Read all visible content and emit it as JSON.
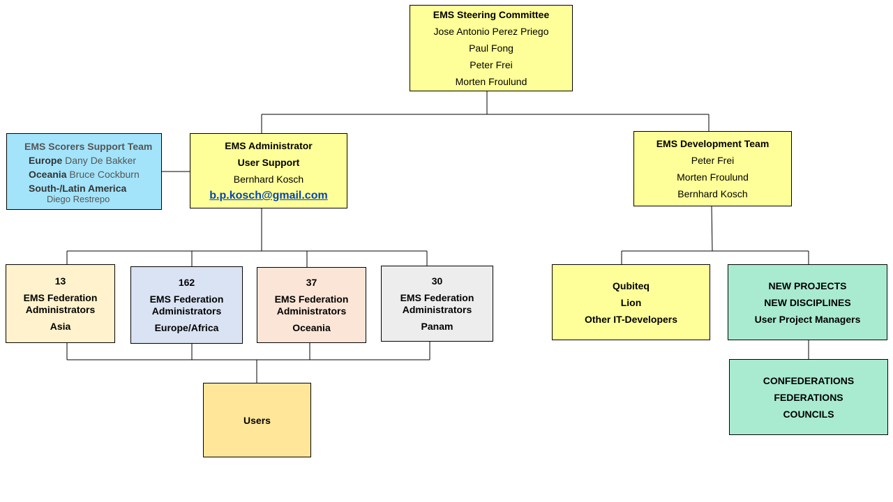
{
  "steering": {
    "title": "EMS Steering Committee",
    "members": [
      "Jose Antonio Perez Priego",
      "Paul Fong",
      "Peter Frei",
      "Morten Froulund"
    ]
  },
  "administrator": {
    "title": "EMS Administrator",
    "subtitle": "User Support",
    "name": "Bernhard Kosch",
    "email": "b.p.kosch@gmail.com"
  },
  "scorers": {
    "title": "EMS Scorers Support Team",
    "europe_label": "Europe",
    "europe_name": "Dany De Bakker",
    "oceania_label": "Oceania",
    "oceania_name": "Bruce Cockburn",
    "latam_label": "South-/Latin America",
    "latam_name": "Diego Restrepo"
  },
  "development": {
    "title": "EMS Development Team",
    "members": [
      "Peter Frei",
      "Morten Froulund",
      "Bernhard Kosch"
    ]
  },
  "federations": [
    {
      "count": "13",
      "line1": "EMS Federation",
      "line2": "Administrators",
      "region": "Asia",
      "color": "#fff2cc"
    },
    {
      "count": "162",
      "line1": "EMS Federation",
      "line2": "Administrators",
      "region": "Europe/Africa",
      "color": "#dae3f3"
    },
    {
      "count": "37",
      "line1": "EMS Federation",
      "line2": "Administrators",
      "region": "Oceania",
      "color": "#fbe5d6"
    },
    {
      "count": "30",
      "line1": "EMS Federation",
      "line2": "Administrators",
      "region": "Panam",
      "color": "#ededed"
    }
  ],
  "users": {
    "label": "Users",
    "color": "#ffe699"
  },
  "developers": {
    "lines": [
      "Qubiteq",
      "Lion",
      "Other IT-Developers"
    ]
  },
  "projects": {
    "lines": [
      "NEW PROJECTS",
      "NEW DISCIPLINES",
      "User Project Managers"
    ],
    "color": "#a9ebd1"
  },
  "confederations": {
    "lines": [
      "CONFEDERATIONS",
      "FEDERATIONS",
      "COUNCILS"
    ],
    "color": "#a9ebd1"
  }
}
